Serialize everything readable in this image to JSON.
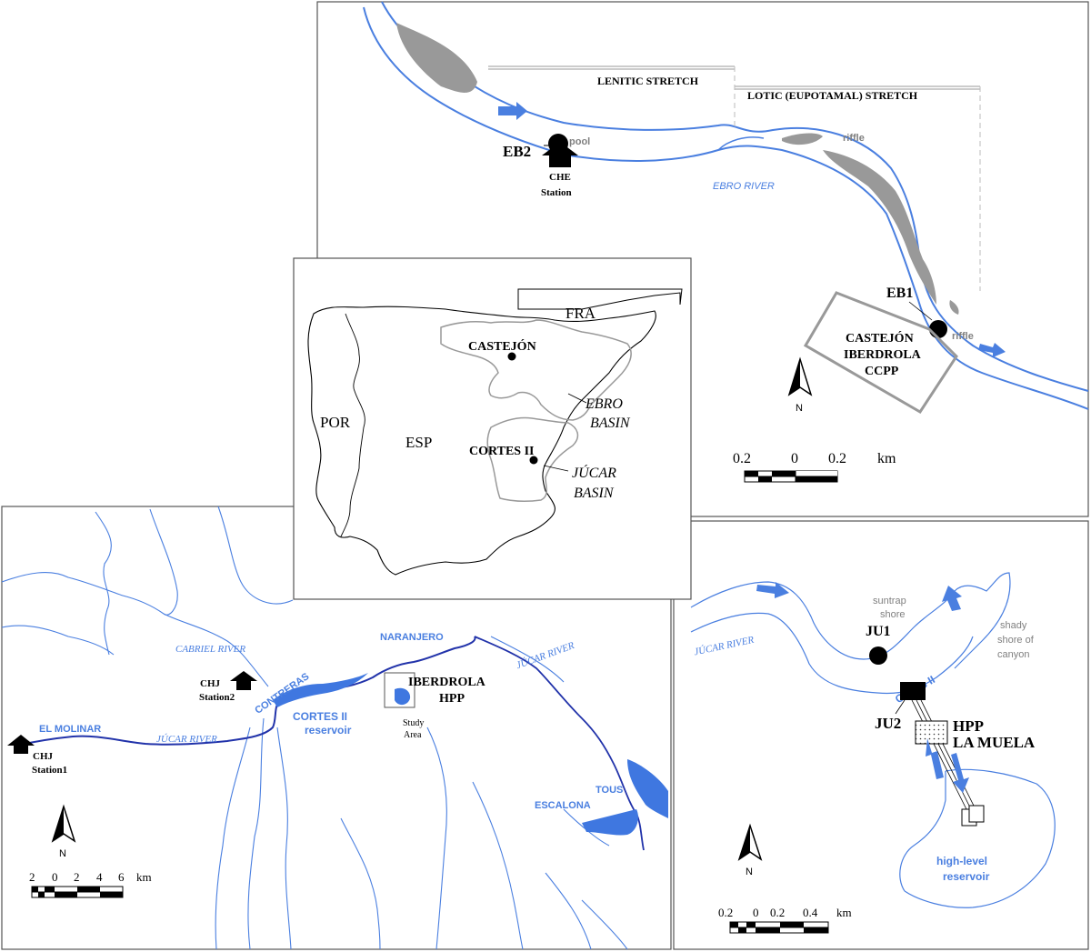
{
  "colors": {
    "river": "#4a7fe0",
    "river_dark": "#2233aa",
    "reservoir": "#3f77e0",
    "bar": "#999999",
    "frame": "#555555",
    "border_gray": "#999999",
    "text": "#000000",
    "gray_text": "#808080"
  },
  "ebro_panel": {
    "lenitic_label": "LENITIC STRETCH",
    "lotic_label": "LOTIC (EUPOTAMAL) STRETCH",
    "eb2_label": "EB2",
    "pool_label": "pool",
    "che_label": "CHE",
    "station_label": "Station",
    "river_label": "EBRO RIVER",
    "riffle_label_1": "riffle",
    "riffle_label_2": "riffle",
    "eb1_label": "EB1",
    "plant_line1": "CASTEJÓN",
    "plant_line2": "IBERDROLA",
    "plant_line3": "CCPP",
    "north_label": "N",
    "scale_ticks": [
      "0.2",
      "0",
      "0.2"
    ],
    "scale_unit": "km"
  },
  "inset": {
    "fra_label": "FRA",
    "castejon_label": "CASTEJÓN",
    "ebro_basin_line1": "EBRO",
    "ebro_basin_line2": "BASIN",
    "por_label": "POR",
    "esp_label": "ESP",
    "cortes_label": "CORTES II",
    "jucar_basin_line1": "JÚCAR",
    "jucar_basin_line2": "BASIN"
  },
  "jucar_panel": {
    "cabriel_label": "CABRIEL RIVER",
    "chj2_line1": "CHJ",
    "chj2_line2": "Station2",
    "contreras_label": "CONTRERAS",
    "naranjero_label": "NARANJERO",
    "jucar_river_1": "JÚCAR RIVER",
    "jucar_river_2": "JÚCAR RIVER",
    "iberdrola_line1": "IBERDROLA",
    "iberdrola_line2": "HPP",
    "study_line1": "Study",
    "study_line2": "Area",
    "el_molinar": "EL MOLINAR",
    "chj1_line1": "CHJ",
    "chj1_line2": "Station1",
    "cortes_line1": "CORTES II",
    "cortes_line2": "reservoir",
    "tous": "TOUS",
    "escalona": "ESCALONA",
    "north_label": "N",
    "scale_ticks": [
      "2",
      "0",
      "2",
      "4",
      "6"
    ],
    "scale_unit": "km"
  },
  "detail_panel": {
    "suntrap_line1": "suntrap",
    "suntrap_line2": "shore",
    "shady_line1": "shady",
    "shady_line2": "shore of",
    "shady_line3": "canyon",
    "river_label": "JÚCAR RIVER",
    "ju1_label": "JU1",
    "cortes_label": "Cortes II",
    "ju2_label": "JU2",
    "hpp_line1": "HPP",
    "hpp_line2": "LA MUELA",
    "highres_line1": "high-level",
    "highres_line2": "reservoir",
    "north_label": "N",
    "scale_ticks": [
      "0.2",
      "0",
      "0.2",
      "0.4"
    ],
    "scale_unit": "km"
  }
}
